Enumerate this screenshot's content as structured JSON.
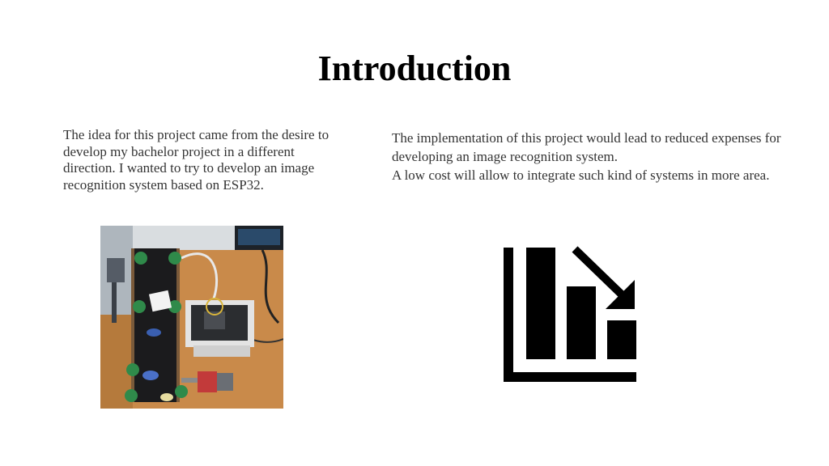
{
  "slide": {
    "title": "Introduction",
    "left_text": "The idea for this project came from the desire to develop my bachelor project in a different direction. I wanted to try to develop an image recognition system based on ESP32.",
    "right_text": {
      "line1": "The implementation of this project would lead to reduced expenses for developing an image recognition system.",
      "line2": "A low cost will allow to integrate such kind of systems in more area."
    },
    "icon": "bar-chart-decrease-icon"
  }
}
